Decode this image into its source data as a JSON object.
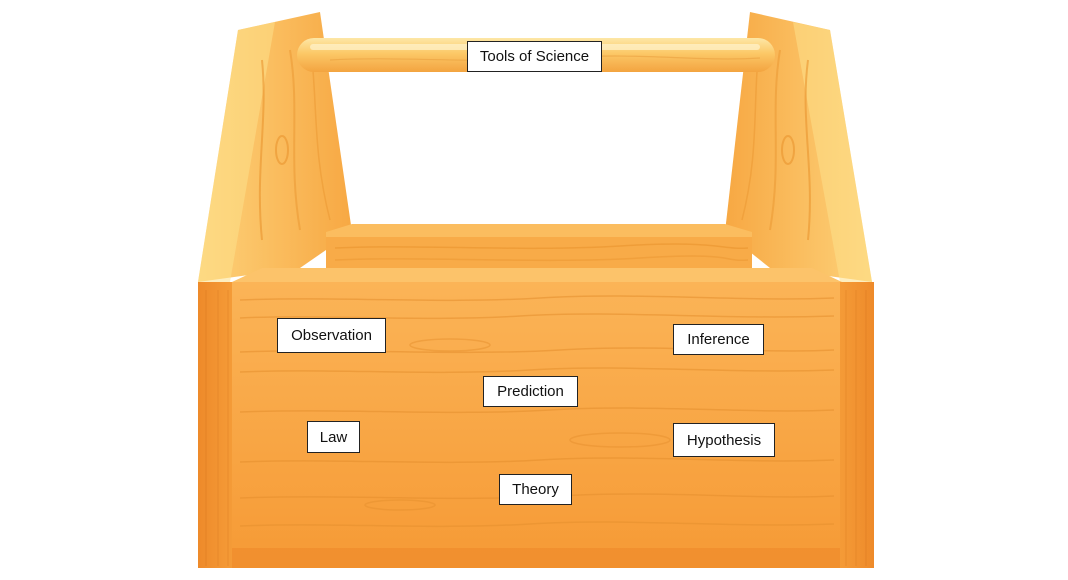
{
  "diagram": {
    "title": "Tools of Science",
    "terms": {
      "observation": "Observation",
      "inference": "Inference",
      "prediction": "Prediction",
      "law": "Law",
      "hypothesis": "Hypothesis",
      "theory": "Theory"
    }
  },
  "colors": {
    "wood_front": "#f7a23c",
    "wood_light": "#fcc15e",
    "wood_highlight": "#fde08a",
    "wood_dark": "#e8862a",
    "wood_grain": "#e58f2e",
    "label_bg": "#ffffff",
    "label_border": "#222222"
  }
}
